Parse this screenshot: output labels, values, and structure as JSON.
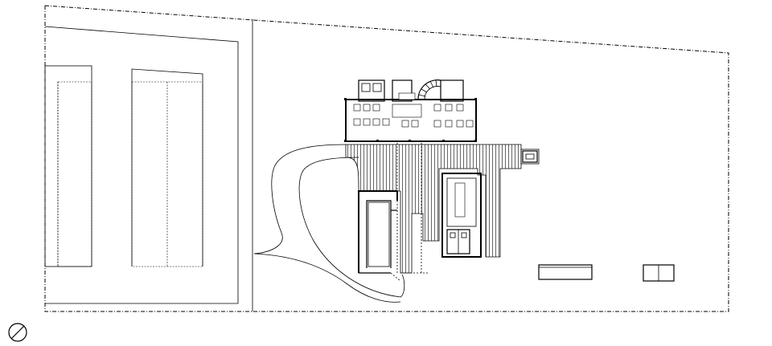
{
  "diagram": {
    "type": "architectural-site-plan",
    "elements": [
      "site-boundary",
      "parking-lot",
      "parking-row-left",
      "parking-row-right",
      "access-road",
      "main-building",
      "spiral-stair",
      "timber-deck",
      "pavilion-left",
      "pavilion-right",
      "restroom-block",
      "jetty-kiosk",
      "outbuilding-long",
      "outbuilding-small",
      "north-arrow"
    ],
    "icons": {
      "north_arrow": "north-arrow-icon"
    }
  }
}
